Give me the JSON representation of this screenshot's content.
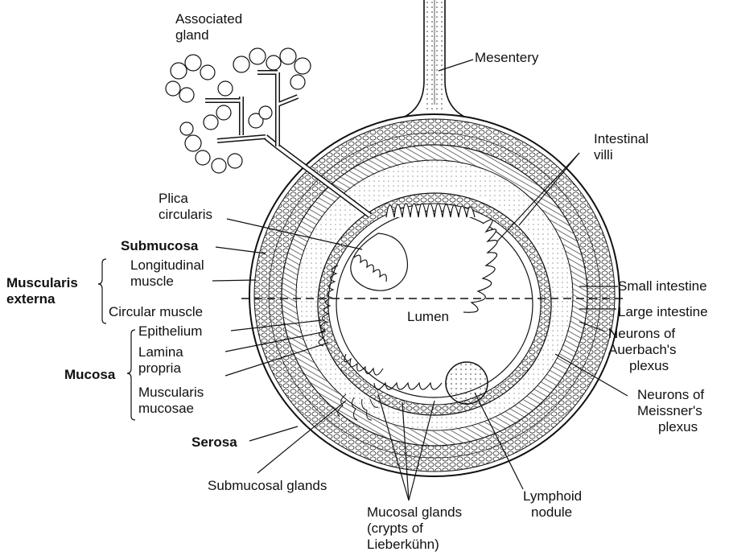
{
  "labels": {
    "associated_gland": [
      "Associated",
      "gland"
    ],
    "mesentery": "Mesentery",
    "intestinal_villi": [
      "Intestinal",
      "villi"
    ],
    "plica_circularis": [
      "Plica",
      "circularis"
    ],
    "submucosa": "Submucosa",
    "longitudinal_muscle": [
      "Longitudinal",
      "muscle"
    ],
    "muscularis_externa": [
      "Muscularis",
      "externa"
    ],
    "circular_muscle": "Circular muscle",
    "lumen": "Lumen",
    "small_intestine": "Small intestine",
    "large_intestine": "Large intestine",
    "neurons_auerbach": [
      "Neurons of",
      "Auerbach's",
      "plexus"
    ],
    "epithelium": "Epithelium",
    "lamina_propria": [
      "Lamina",
      "propria"
    ],
    "mucosa": "Mucosa",
    "muscularis_mucosae": [
      "Muscularis",
      "mucosae"
    ],
    "neurons_meissner": [
      "Neurons of",
      "Meissner's",
      "plexus"
    ],
    "serosa": "Serosa",
    "submucosal_glands": "Submucosal glands",
    "lymphoid_nodule": [
      "Lymphoid",
      "nodule"
    ],
    "mucosal_glands": [
      "Mucosal glands",
      "(crypts of",
      "Lieberkühn)"
    ]
  },
  "colors": {
    "ink": "#111111",
    "background": "#ffffff"
  }
}
